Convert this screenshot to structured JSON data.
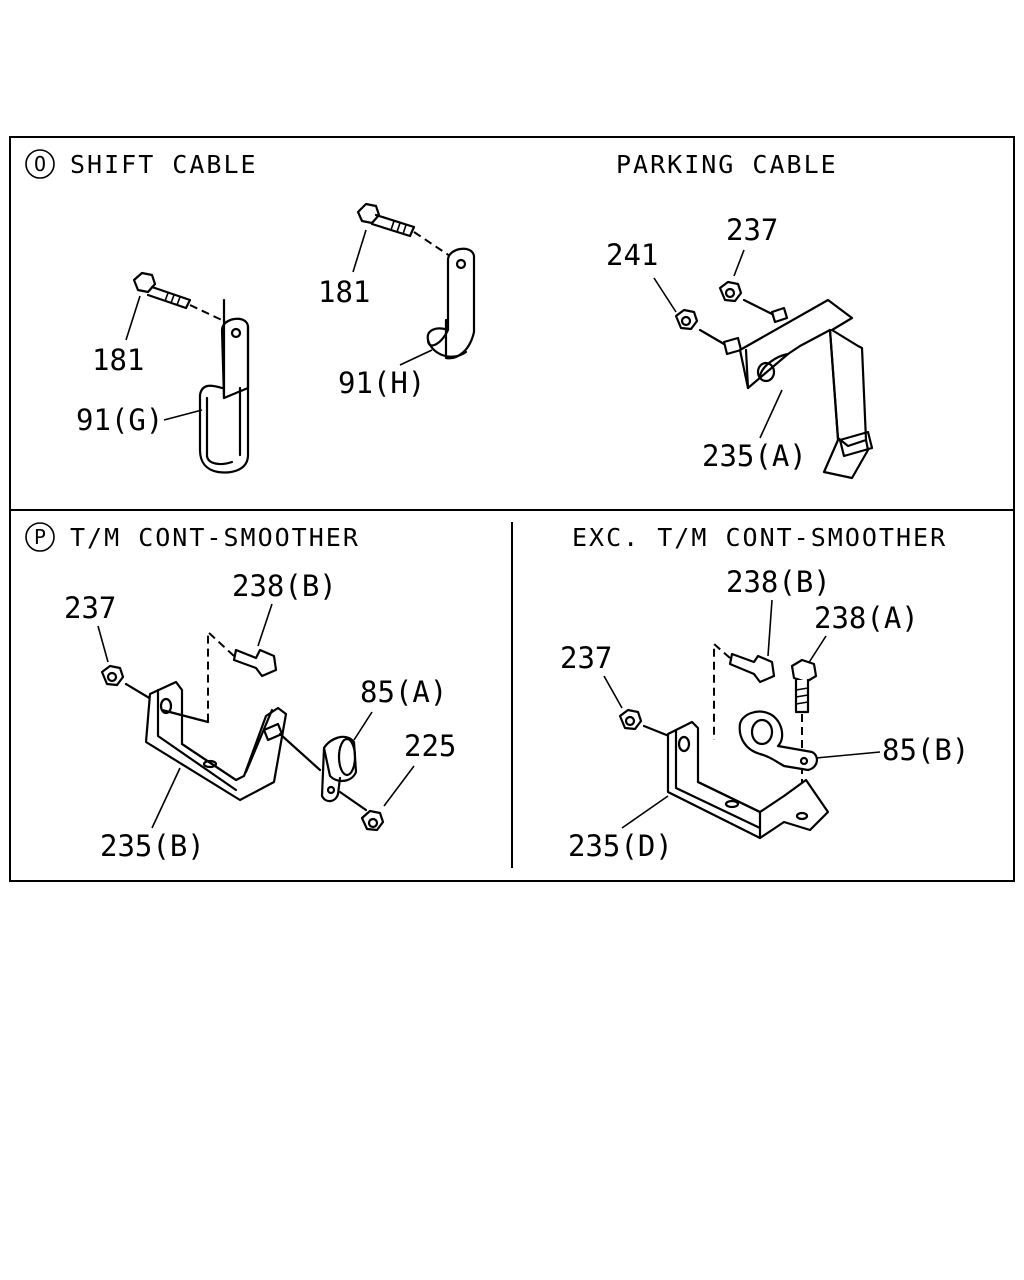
{
  "sections": {
    "shift_cable": {
      "marker": "O",
      "title": "SHIFT CABLE",
      "labels": {
        "bolt_left": "181",
        "bolt_right": "181",
        "bracket_g": "91(G)",
        "bracket_h": "91(H)"
      }
    },
    "parking_cable": {
      "title": "PARKING CABLE",
      "labels": {
        "nut_241": "241",
        "nut_237": "237",
        "bracket_a": "235(A)"
      }
    },
    "tm_cont_smoother": {
      "marker": "P",
      "title": "T/M CONT-SMOOTHER",
      "labels": {
        "nut_237": "237",
        "bolt_238b": "238(B)",
        "clip_85a": "85(A)",
        "nut_225": "225",
        "bracket_b": "235(B)"
      }
    },
    "exc_tm_cont_smoother": {
      "title": "EXC. T/M CONT-SMOOTHER",
      "labels": {
        "bolt_238b": "238(B)",
        "bolt_238a": "238(A)",
        "nut_237": "237",
        "clip_85b": "85(B)",
        "bracket_d": "235(D)"
      }
    }
  }
}
